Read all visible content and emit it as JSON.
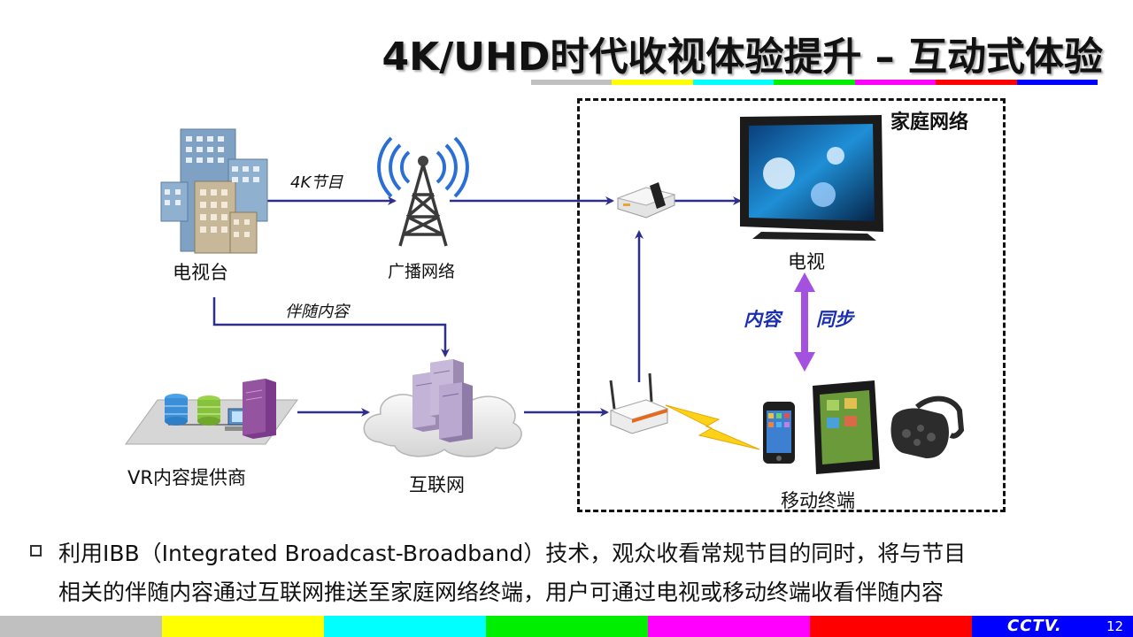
{
  "title": "4K/UHD时代收视体验提升 – 互动式体验",
  "nodes": {
    "tv_station": "电视台",
    "broadcast_network": "广播网络",
    "vr_provider": "VR内容提供商",
    "internet": "互联网",
    "tv": "电视",
    "mobile_terminal": "移动终端"
  },
  "edges": {
    "program_4k": "4K节目",
    "companion_content": "伴随内容",
    "sync_left": "内容",
    "sync_right": "同步"
  },
  "home_network_title": "家庭网络",
  "bullet": {
    "line1": "利用IBB（Integrated Broadcast-Broadband）技术，观众收看常规节目的同时，将与节目",
    "line2": "相关的伴随内容通过互联网推送至家庭网络终端，用户可通过电视或移动终端收看伴随内容"
  },
  "footer": {
    "logo": "CCTV.",
    "page_number": "12"
  },
  "colors": {
    "arrow": "#2e2e8c",
    "sync_arrow": "#a451e0",
    "stripe": [
      "#c0c0c0",
      "#ffff00",
      "#00ffff",
      "#00ee00",
      "#ff00ff",
      "#ff0000",
      "#0000ff"
    ]
  },
  "icons": {
    "tv_station": "office-buildings-icon",
    "broadcast_network": "radio-tower-icon",
    "vr_provider": "server-database-icon",
    "internet": "cloud-servers-icon",
    "set_top_box": "set-top-box-icon",
    "router": "wifi-router-icon",
    "tv": "flat-tv-icon",
    "phone": "smartphone-icon",
    "tablet": "tablet-icon",
    "vr_headset": "vr-headset-icon"
  }
}
